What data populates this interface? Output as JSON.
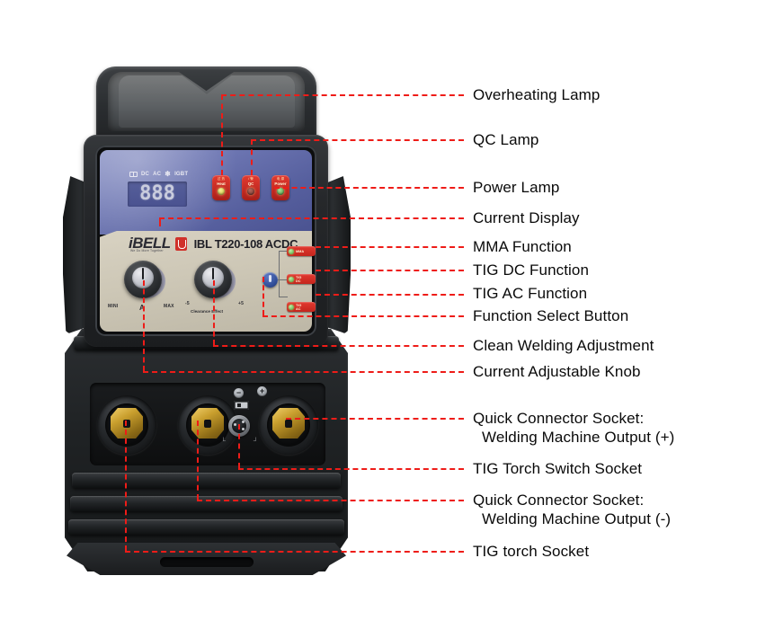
{
  "product": {
    "brand": "iBELL",
    "brand_tagline": "We Do More Together",
    "model": "IBL T220-108 ACDC",
    "igbt_header": "IGBT",
    "igbt_marks": [
      "DC",
      "AC"
    ],
    "display_value": "888",
    "lamps": [
      {
        "id": "overheat",
        "top_text": "过 热",
        "name": "Heat",
        "led": "led-yellow"
      },
      {
        "id": "qc",
        "top_text": "/ 警",
        "name": "QC",
        "led": "led-dim"
      },
      {
        "id": "power",
        "top_text": "电 源",
        "name": "Power",
        "led": "led-green"
      }
    ],
    "knobs": [
      {
        "id": "current",
        "min_label": "MINI",
        "unit_label": "A",
        "max_label": "MAX"
      },
      {
        "id": "clean",
        "min_label": "-5",
        "unit_label": "Clearance Effect",
        "max_label": "+5"
      }
    ],
    "mode_tags": [
      {
        "id": "mma",
        "line1": "MMA",
        "line2": ""
      },
      {
        "id": "tig-dc",
        "line1": "TIG",
        "line2": "DC"
      },
      {
        "id": "tig-ac",
        "line1": "TIG",
        "line2": "AC"
      }
    ],
    "socket_marks": {
      "negative": "−",
      "positive": "+"
    }
  },
  "annotations": [
    {
      "id": "overheating-lamp",
      "text": "Overheating  Lamp",
      "text2": ""
    },
    {
      "id": "qc-lamp",
      "text": "QC  Lamp",
      "text2": ""
    },
    {
      "id": "power-lamp",
      "text": "Power Lamp",
      "text2": ""
    },
    {
      "id": "current-display",
      "text": "Current  Display",
      "text2": ""
    },
    {
      "id": "mma-function",
      "text": "MMA  Function",
      "text2": ""
    },
    {
      "id": "tig-dc-function",
      "text": "TIG DC  Function",
      "text2": ""
    },
    {
      "id": "tig-ac-function",
      "text": "TIG AC  Function",
      "text2": ""
    },
    {
      "id": "function-select",
      "text": "Function  Select  Button",
      "text2": ""
    },
    {
      "id": "clean-welding",
      "text": "Clean  Welding  Adjustment",
      "text2": ""
    },
    {
      "id": "current-knob",
      "text": "Current  Adjustable  Knob",
      "text2": ""
    },
    {
      "id": "quick-connector-pos",
      "text": "Quick  Connector  Socket:",
      "text2": "Welding  Machine  Output (+)"
    },
    {
      "id": "tig-torch-switch",
      "text": "TIG Torch  Switch  Socket",
      "text2": ""
    },
    {
      "id": "quick-connector-neg",
      "text": "Quick  Connector  Socket:",
      "text2": "Welding  Machine  Output (-)"
    },
    {
      "id": "tig-torch-socket",
      "text": "TIG torch  Socket",
      "text2": ""
    }
  ],
  "colors": {
    "leader_red": "#ee1c18",
    "panel_blue": "#5a6299",
    "panel_beige": "#cdc7b6",
    "lamp_red": "#d0312a",
    "brass": "#c99f2e",
    "label_black": "#0a0a0a"
  }
}
